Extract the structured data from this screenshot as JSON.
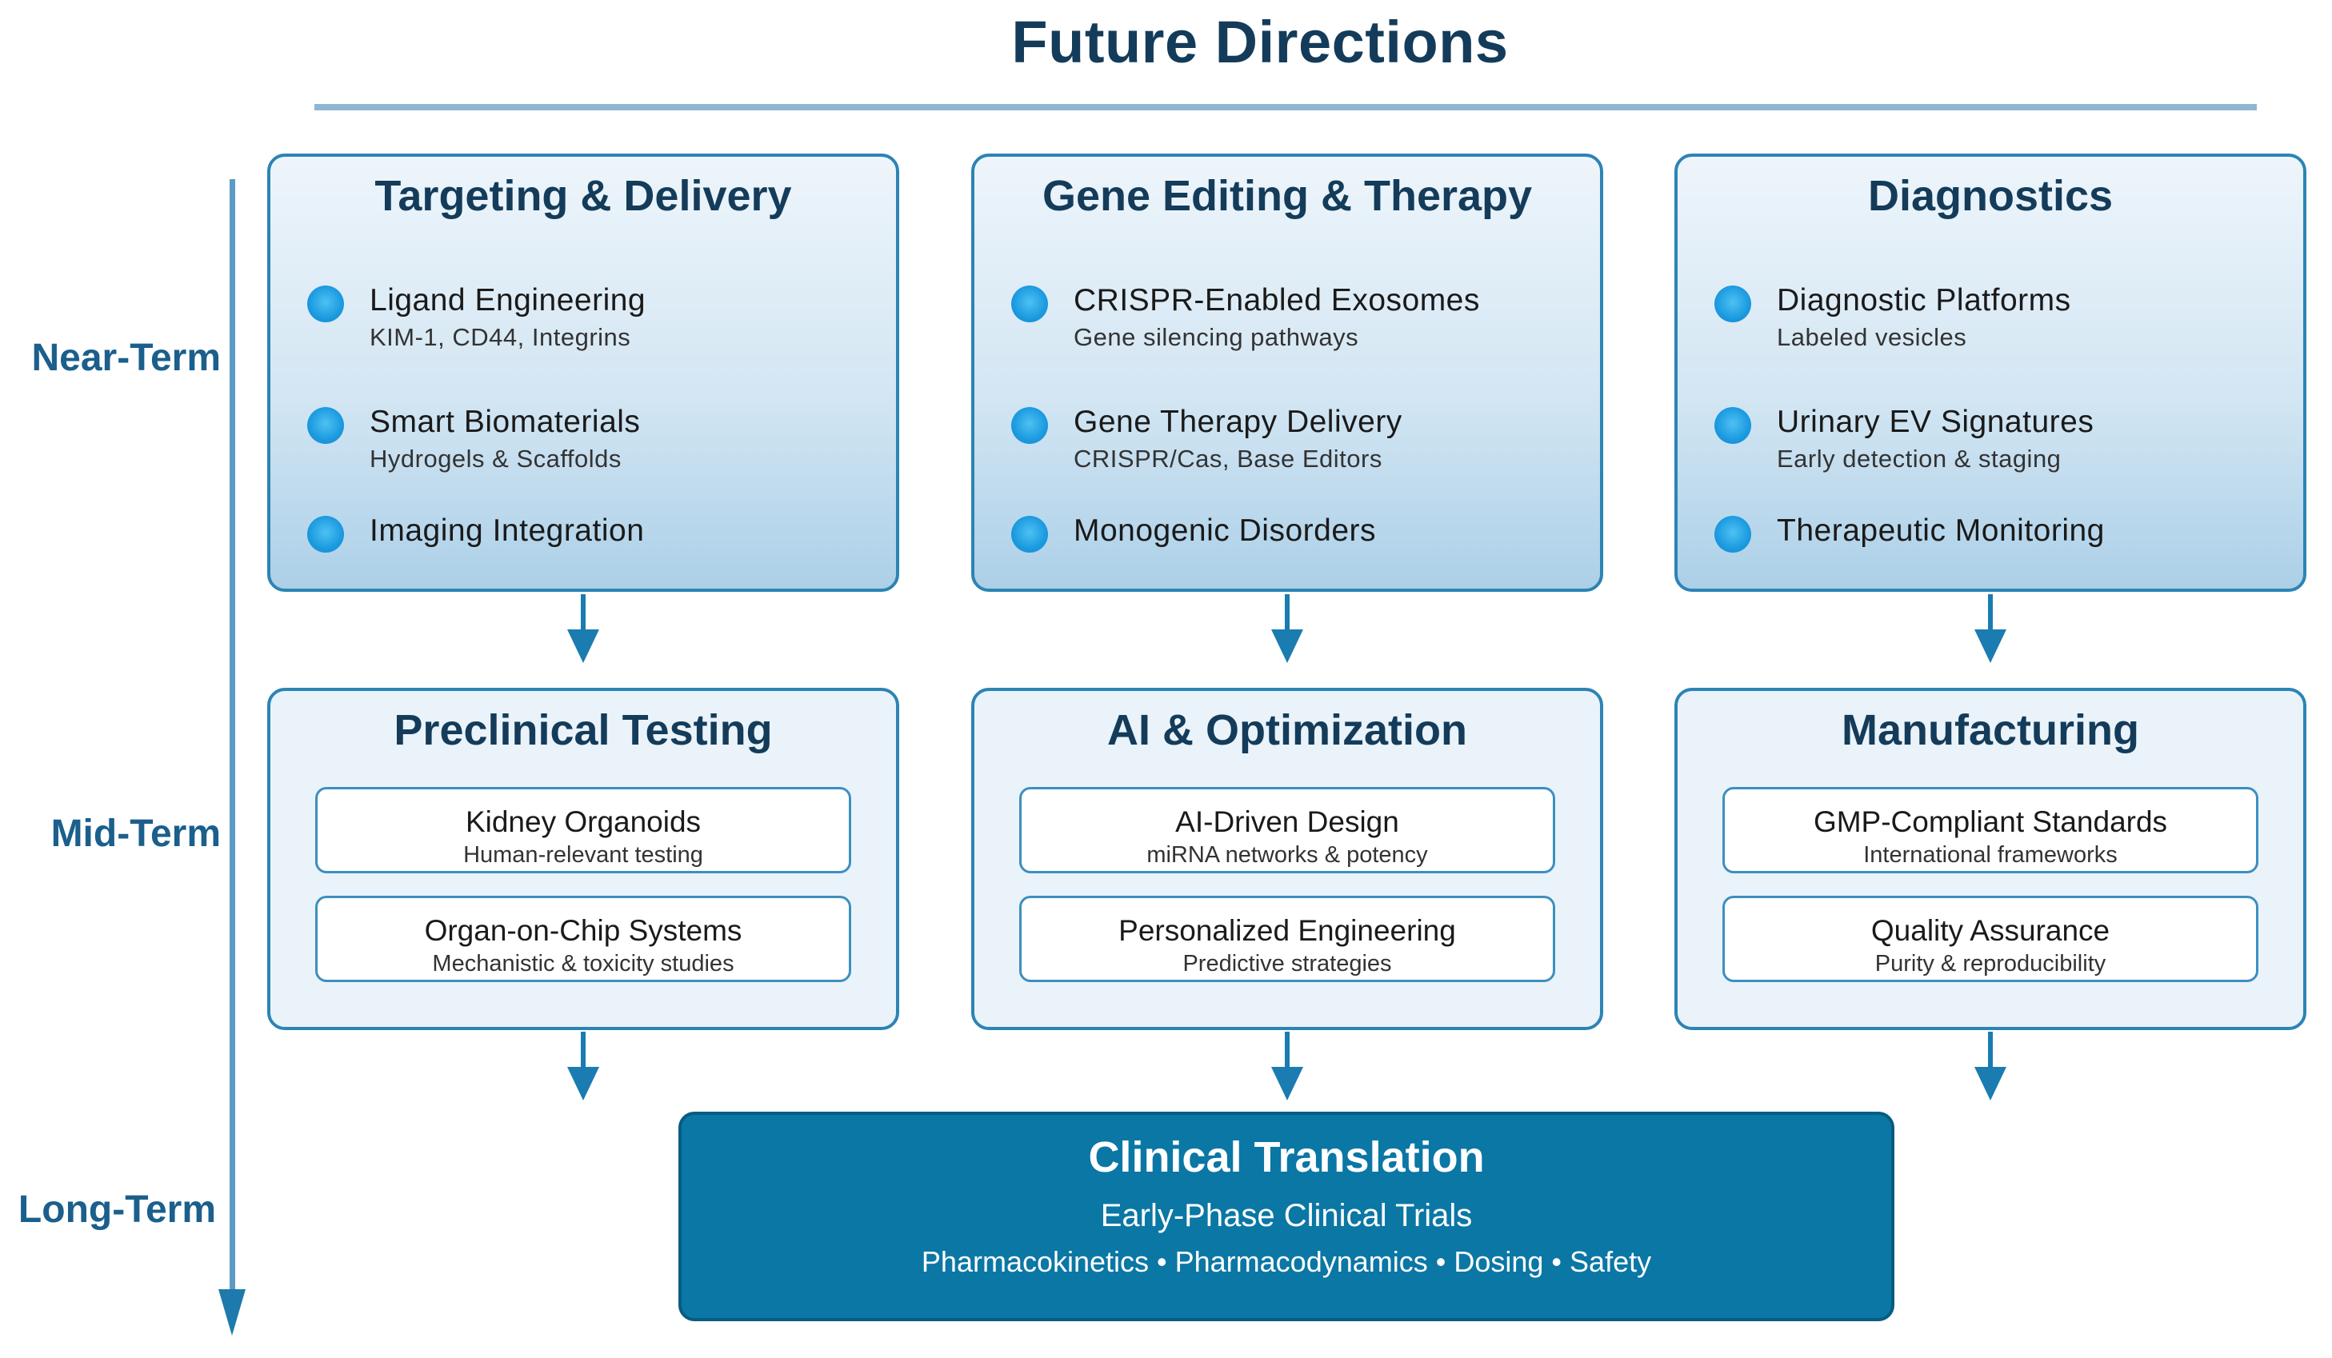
{
  "title": "Future Directions",
  "phases": {
    "near": "Near-Term",
    "mid": "Mid-Term",
    "long": "Long-Term"
  },
  "near_term": [
    {
      "title": "Targeting & Delivery",
      "items": [
        {
          "label": "Ligand Engineering",
          "sub": "KIM-1, CD44, Integrins"
        },
        {
          "label": "Smart Biomaterials",
          "sub": "Hydrogels & Scaffolds"
        },
        {
          "label": "Imaging Integration",
          "sub": ""
        }
      ]
    },
    {
      "title": "Gene Editing & Therapy",
      "items": [
        {
          "label": "CRISPR-Enabled Exosomes",
          "sub": "Gene silencing pathways"
        },
        {
          "label": "Gene Therapy Delivery",
          "sub": "CRISPR/Cas, Base Editors"
        },
        {
          "label": "Monogenic Disorders",
          "sub": ""
        }
      ]
    },
    {
      "title": "Diagnostics",
      "items": [
        {
          "label": "Diagnostic Platforms",
          "sub": "Labeled vesicles"
        },
        {
          "label": "Urinary EV Signatures",
          "sub": "Early detection & staging"
        },
        {
          "label": "Therapeutic Monitoring",
          "sub": ""
        }
      ]
    }
  ],
  "mid_term": [
    {
      "title": "Preclinical Testing",
      "cards": [
        {
          "title": "Kidney Organoids",
          "desc": "Human-relevant testing"
        },
        {
          "title": "Organ-on-Chip Systems",
          "desc": "Mechanistic & toxicity studies"
        }
      ]
    },
    {
      "title": "AI & Optimization",
      "cards": [
        {
          "title": "AI-Driven Design",
          "desc": "miRNA networks & potency"
        },
        {
          "title": "Personalized Engineering",
          "desc": "Predictive strategies"
        }
      ]
    },
    {
      "title": "Manufacturing",
      "cards": [
        {
          "title": "GMP-Compliant Standards",
          "desc": "International frameworks"
        },
        {
          "title": "Quality Assurance",
          "desc": "Purity & reproducibility"
        }
      ]
    }
  ],
  "long_term": {
    "title": "Clinical Translation",
    "subtitle": "Early-Phase Clinical Trials",
    "details": "Pharmacokinetics • Pharmacodynamics • Dosing • Safety"
  },
  "colors": {
    "title_text": "#143c5a",
    "box_border": "#2c84b4",
    "bullet": "#1b9ae0",
    "clinical_fill": "#0b77a5"
  }
}
